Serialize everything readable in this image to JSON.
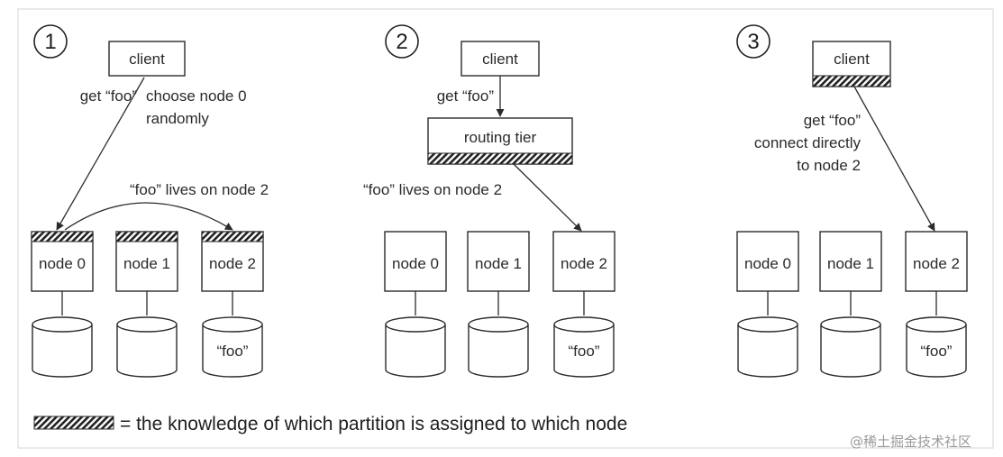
{
  "panels": [
    {
      "number": "1",
      "client_label": "client",
      "request_label": "get “foo”",
      "note": [
        "choose node 0",
        "randomly"
      ],
      "forward_label": "“foo” lives on node 2",
      "nodes": [
        "node 0",
        "node 1",
        "node 2"
      ],
      "disk_labels": [
        "",
        "",
        "“foo”"
      ]
    },
    {
      "number": "2",
      "client_label": "client",
      "request_label": "get “foo”",
      "router_label": "routing tier",
      "forward_label": "“foo” lives on node 2",
      "nodes": [
        "node 0",
        "node 1",
        "node 2"
      ],
      "disk_labels": [
        "",
        "",
        "“foo”"
      ]
    },
    {
      "number": "3",
      "client_label": "client",
      "note": [
        "get “foo”",
        "connect directly",
        "to node 2"
      ],
      "nodes": [
        "node 0",
        "node 1",
        "node 2"
      ],
      "disk_labels": [
        "",
        "",
        "“foo”"
      ]
    }
  ],
  "legend": {
    "text": "= the knowledge of which partition is assigned to which node"
  },
  "watermark": {
    "text": "@稀土掘金技术社区"
  }
}
